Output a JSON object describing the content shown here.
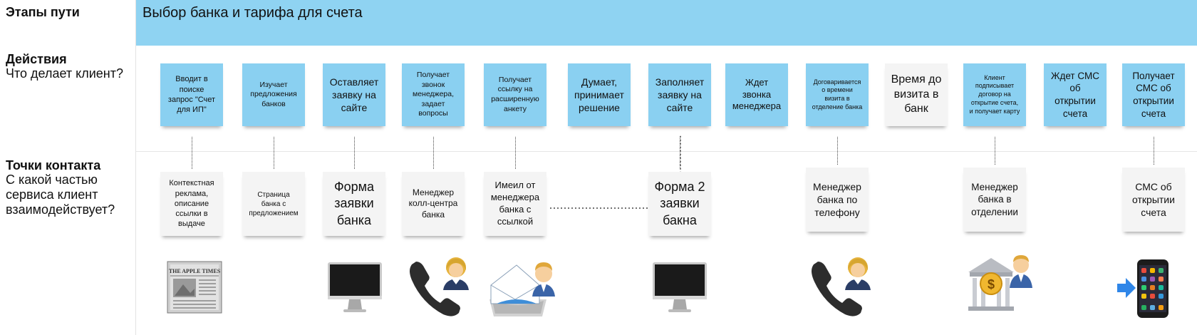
{
  "labels": {
    "stages_title": "Этапы пути",
    "actions_title": "Действия",
    "actions_subtitle": "Что делает клиент?",
    "touchpoints_title": "Точки контакта",
    "touchpoints_subtitle_1": "С какой частью",
    "touchpoints_subtitle_2": "сервиса клиент",
    "touchpoints_subtitle_3": "взаимодействует?"
  },
  "stage": {
    "title": "Выбор банка и тарифа для счета"
  },
  "actions": [
    {
      "lines": [
        "Вводит  в",
        "поиске",
        "запрос \"Счет",
        "для ИП\""
      ],
      "type": "blue"
    },
    {
      "lines": [
        "Изучает",
        "предложения",
        "банков"
      ],
      "type": "blue"
    },
    {
      "lines": [
        "Оставляет",
        "заявку на",
        "сайте"
      ],
      "type": "blue"
    },
    {
      "lines": [
        "Получает",
        "звонок",
        "менеджера,",
        "задает",
        "вопросы"
      ],
      "type": "blue"
    },
    {
      "lines": [
        "Получает",
        "ссылку на",
        "расширенную",
        "анкету"
      ],
      "type": "blue"
    },
    {
      "lines": [
        "Думает,",
        "принимает",
        "решение"
      ],
      "type": "blue"
    },
    {
      "lines": [
        "Заполняет",
        "заявку на",
        "сайте"
      ],
      "type": "blue"
    },
    {
      "lines": [
        "Ждет",
        "звонка",
        "менеджера"
      ],
      "type": "blue"
    },
    {
      "lines": [
        "Договаривается",
        "о времени",
        "визита в",
        "отделение банка"
      ],
      "type": "blue"
    },
    {
      "lines": [
        "Время до",
        "визита в",
        "банк"
      ],
      "type": "white"
    },
    {
      "lines": [
        "Клиент",
        "подписывает",
        "договор на",
        "открытие счета,",
        "и получает карту"
      ],
      "type": "blue"
    },
    {
      "lines": [
        "Ждет СМС",
        "об",
        "открытии",
        "счета"
      ],
      "type": "blue"
    },
    {
      "lines": [
        "Получает",
        "СМС об",
        "открытии",
        "счета"
      ],
      "type": "blue"
    }
  ],
  "touchpoints": [
    {
      "lines": [
        "Контекстная",
        "реклама,",
        "описание",
        "ссылки в",
        "выдаче"
      ]
    },
    {
      "lines": [
        "Страница",
        "банка с",
        "предложением"
      ]
    },
    {
      "lines": [
        "Форма",
        "заявки",
        "банка"
      ]
    },
    {
      "lines": [
        "Менеджер",
        "колл-центра",
        "банка"
      ]
    },
    {
      "lines": [
        "Имеил от",
        "менеджера",
        "банка с",
        "ссылкой"
      ]
    },
    {
      "lines": [
        "Форма 2",
        "заявки",
        "бакна"
      ]
    },
    {
      "lines": [
        "Менеджер",
        "банка по",
        "телефону"
      ]
    },
    {
      "lines": [
        "Менеджер",
        "банка в",
        "отделении"
      ]
    },
    {
      "lines": [
        "СМС об",
        "открытии",
        "счета"
      ]
    }
  ],
  "icons": [
    {
      "name": "newspaper-icon",
      "headline": "THE APPLE TIMES"
    },
    {
      "name": "monitor-icon"
    },
    {
      "name": "phone-manager-icon"
    },
    {
      "name": "mail-manager-icon"
    },
    {
      "name": "monitor-icon"
    },
    {
      "name": "phone-manager-icon"
    },
    {
      "name": "bank-manager-icon"
    },
    {
      "name": "smartphone-icon"
    }
  ],
  "colors": {
    "stage_bar": "#8fd3f2",
    "sticky_blue": "#8ad0f1",
    "sticky_white": "#f4f4f4"
  }
}
